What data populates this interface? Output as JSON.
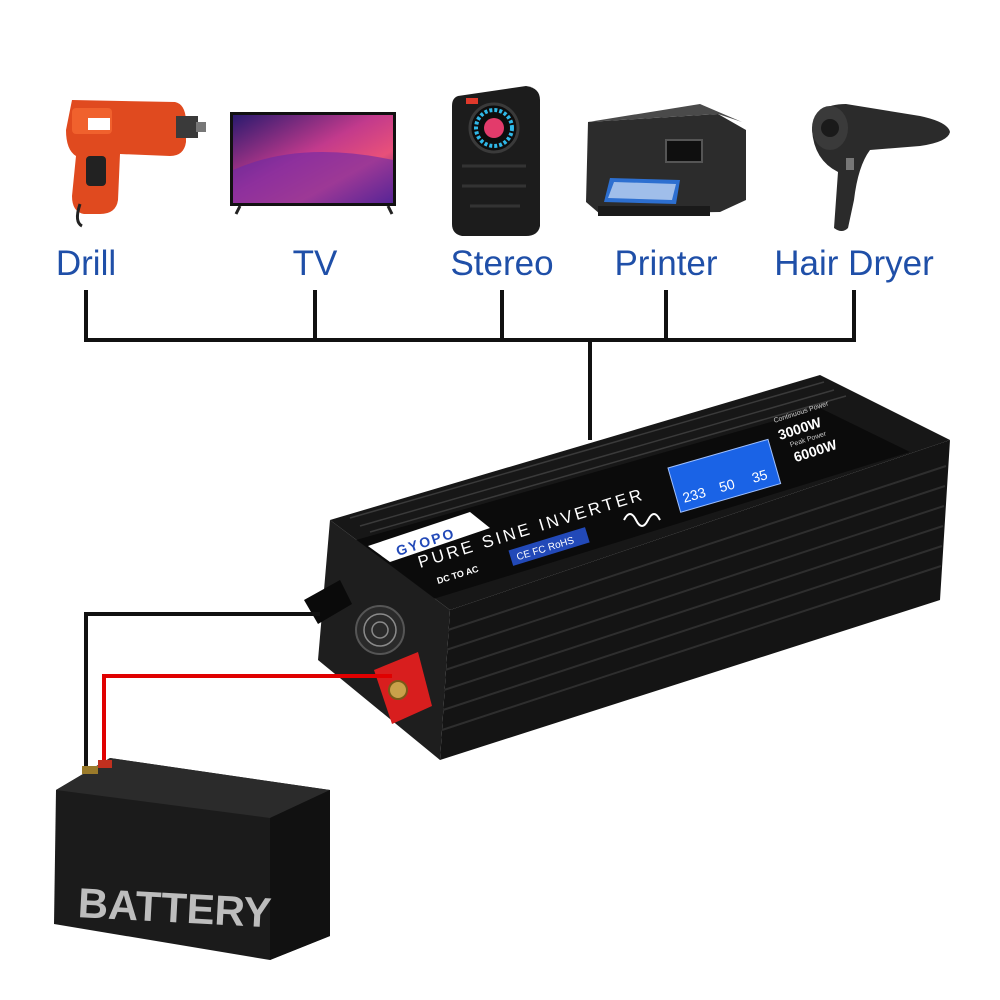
{
  "devices": [
    {
      "label": "Drill",
      "icon": "drill-icon"
    },
    {
      "label": "TV",
      "icon": "tv-icon"
    },
    {
      "label": "Stereo",
      "icon": "stereo-speaker-icon"
    },
    {
      "label": "Printer",
      "icon": "printer-icon"
    },
    {
      "label": "Hair Dryer",
      "icon": "hair-dryer-icon"
    }
  ],
  "inverter": {
    "brand": "GYOPO",
    "product_line": "PURE SINE INVERTER",
    "mode": "DC TO AC",
    "certifications": "CE FC RoHS",
    "continuous_power_label": "Continuous Power",
    "continuous_power": "3000W",
    "peak_power_label": "Peak Power",
    "peak_power": "6000W",
    "lcd": {
      "left": "233",
      "mid": "50",
      "right": "35"
    }
  },
  "battery": {
    "label": "BATTERY"
  },
  "colors": {
    "label_blue": "#1f4fa8",
    "positive_wire": "#e00000",
    "negative_wire": "#111111",
    "wiring_line": "#111111",
    "lcd_blue": "#1a63e6",
    "terminal_red": "#d81e1e"
  }
}
